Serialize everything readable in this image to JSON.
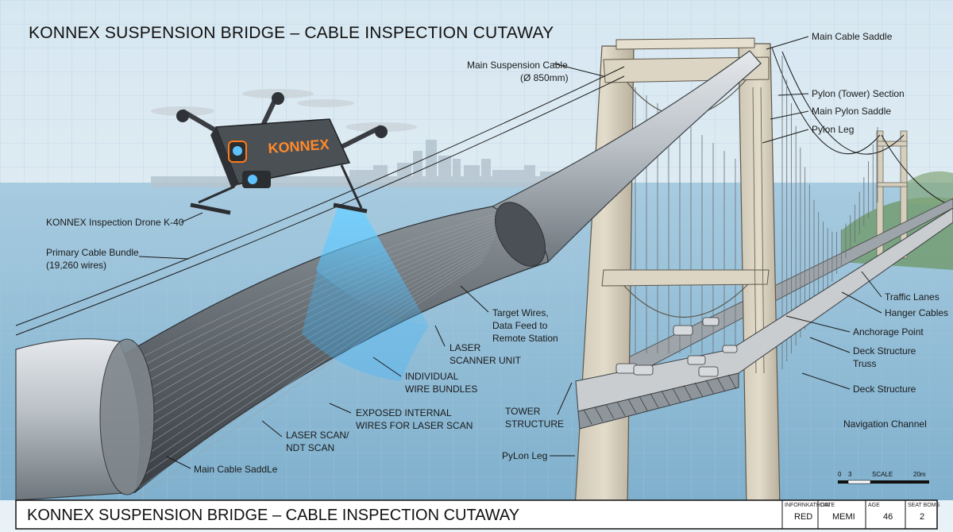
{
  "title": "KONNEX SUSPENSION BRIDGE – CABLE INSPECTION CUTAWAY",
  "drone_brand": "KONNEX",
  "labels": {
    "main_cable_saddle_top": "Main Cable Saddle",
    "main_suspension_cable_1": "Main Suspension Cable",
    "main_suspension_cable_2": "(Ø 850mm)",
    "pylon_tower_section": "Pylon (Tower) Section",
    "main_pylon_saddle": "Main Pylon Saddle",
    "pylon_leg_upper": "Pylon Leg",
    "drone": "KONNEX Inspection Drone K-40",
    "primary_bundle_1": "Primary Cable Bundle",
    "primary_bundle_2": "(19,260 wires)",
    "traffic_lanes": "Traffic Lanes",
    "hanger_cables": "Hanger Cables",
    "anchorage_point": "Anchorage Point",
    "deck_truss_1": "Deck Structure",
    "deck_truss_2": "Truss",
    "deck_structure": "Deck Structure",
    "navigation_channel": "Navigation Channel",
    "target_wires_1": "Target Wires,",
    "target_wires_2": "Data Feed to",
    "target_wires_3": "Remote Station",
    "laser_scanner_1": "LASER",
    "laser_scanner_2": "SCANNER UNIT",
    "wire_bundles_1": "INDIVIDUAL",
    "wire_bundles_2": "WIRE BUNDLES",
    "exposed_wires_1": "EXPOSED INTERNAL",
    "exposed_wires_2": "WIRES FOR LASER SCAN",
    "laser_scan_1": "LASER SCAN/",
    "laser_scan_2": "NDT SCAN",
    "tower_structure_1": "TOWER",
    "tower_structure_2": "STRUCTURE",
    "pylon_leg_lower": "PyLon Leg",
    "main_cable_saddle_bottom": "Main Cable SaddLe"
  },
  "scale_bar": {
    "ticks": [
      "0",
      "3",
      "SCALE",
      "20m"
    ]
  },
  "title_block": {
    "title": "KONNEX SUSPENSION BRIDGE – CABLE INSPECTION CUTAWAY",
    "cells": [
      {
        "header": "INFORNKATHOW",
        "value": "RED"
      },
      {
        "header": "DATE",
        "value": "MEMI"
      },
      {
        "header": "AGE",
        "value": "46"
      },
      {
        "header": "SEAT BOMS",
        "value": "2"
      }
    ]
  },
  "colors": {
    "sky": "#dcebf3",
    "water": "#9cc3d9",
    "grid": "#a9c8de",
    "concrete": "#d9d2c1",
    "cable_shell": "#b8bec4",
    "wires": "#5c6369",
    "scan_beam": "#3fb8ff",
    "drone_accent": "#ff7a1a"
  }
}
